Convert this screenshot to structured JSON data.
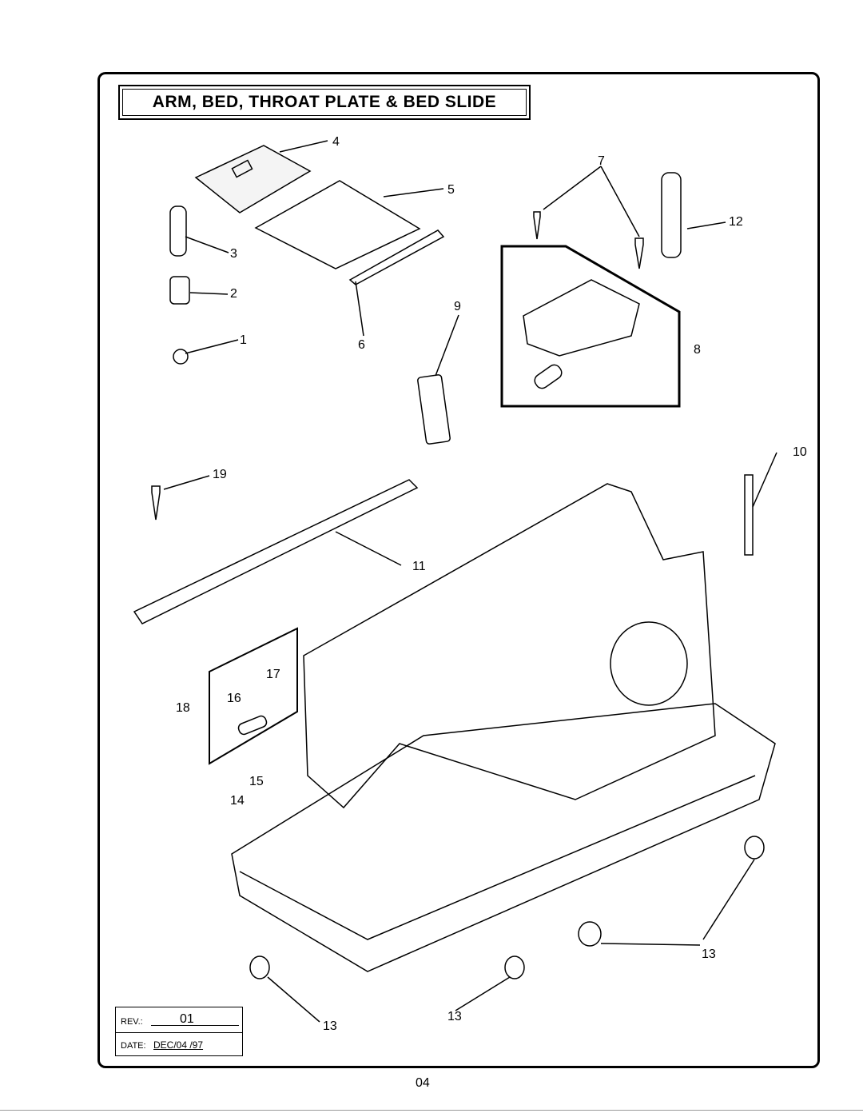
{
  "title": "ARM, BED, THROAT PLATE & BED SLIDE",
  "callouts": [
    "1",
    "2",
    "3",
    "4",
    "5",
    "6",
    "7",
    "8",
    "9",
    "10",
    "11",
    "12",
    "13",
    "13",
    "13",
    "13",
    "14",
    "15",
    "16",
    "17",
    "18",
    "19"
  ],
  "revision": {
    "rev_label": "REV.:",
    "rev_value": "01",
    "date_label": "DATE:",
    "date_value": "DEC/04 /97"
  },
  "page_number": "04"
}
